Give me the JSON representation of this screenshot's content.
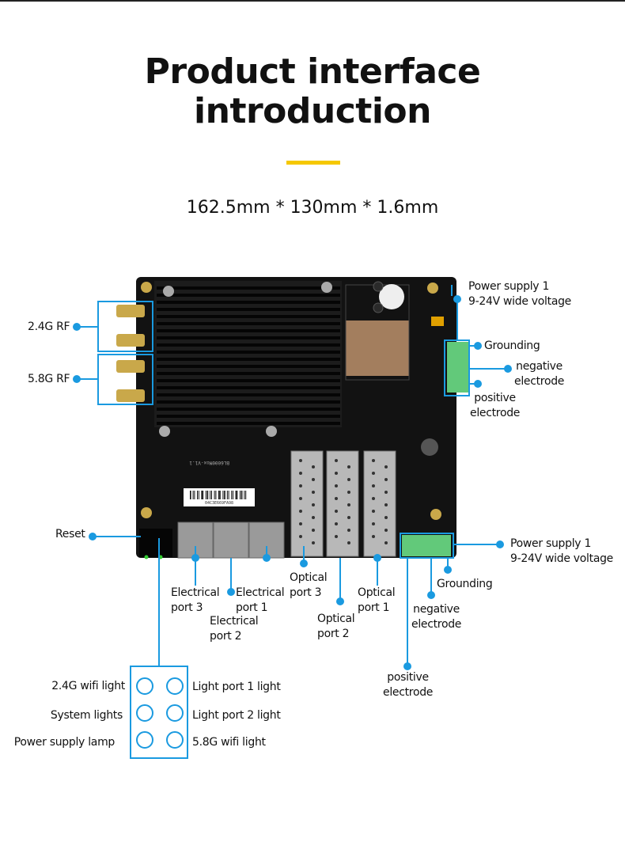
{
  "header": {
    "title_line1": "Product interface",
    "title_line2": "introduction",
    "accent_color": "#f5c800",
    "dimensions": "162.5mm * 130mm * 1.6mm"
  },
  "board": {
    "model_silk": "BL6000Mox-V1.1",
    "barcode_text": "04C3E669FA98"
  },
  "callout_color": "#1a9ae0",
  "labels": {
    "rf_24": "2.4G RF",
    "rf_58": "5.8G RF",
    "top_power_l1": "Power supply 1",
    "top_power_l2": "9-24V wide voltage",
    "top_grounding": "Grounding",
    "top_negative_l1": "negative",
    "top_negative_l2": "electrode",
    "top_positive_l1": "positive",
    "top_positive_l2": "electrode",
    "reset": "Reset",
    "eport3_l1": "Electrical",
    "eport3_l2": "port 3",
    "eport2_l1": "Electrical",
    "eport2_l2": "port 2",
    "eport1_l1": "Electrical",
    "eport1_l2": "port 1",
    "oport3_l1": "Optical",
    "oport3_l2": "port 3",
    "oport2_l1": "Optical",
    "oport2_l2": "port 2",
    "oport1_l1": "Optical",
    "oport1_l2": "port 1",
    "bot_power_l1": "Power supply 1",
    "bot_power_l2": "9-24V wide voltage",
    "bot_grounding": "Grounding",
    "bot_negative_l1": "negative",
    "bot_negative_l2": "electrode",
    "bot_positive_l1": "positive",
    "bot_positive_l2": "electrode"
  },
  "leds": {
    "left": [
      "2.4G wifi light",
      "System lights",
      "Power supply lamp"
    ],
    "right": [
      "Light port 1 light",
      "Light port 2 light",
      "5.8G wifi light"
    ]
  }
}
